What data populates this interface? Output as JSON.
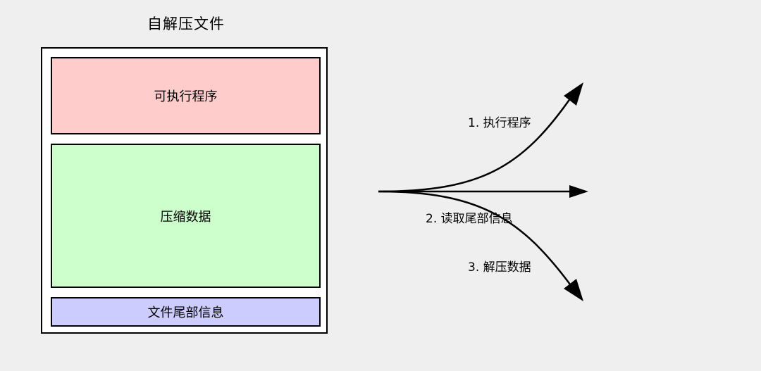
{
  "diagram": {
    "title": "自解压文件",
    "blocks": {
      "executable": "可执行程序",
      "compressed_data": "压缩数据",
      "file_tail": "文件尾部信息"
    },
    "steps": {
      "step1": "1. 执行程序",
      "step2": "2. 读取尾部信息",
      "step3": "3. 解压数据"
    },
    "colors": {
      "background": "#efefef",
      "executable_fill": "#ffcccc",
      "data_fill": "#ccffcc",
      "tail_fill": "#ccccff",
      "stroke": "#000000"
    }
  }
}
